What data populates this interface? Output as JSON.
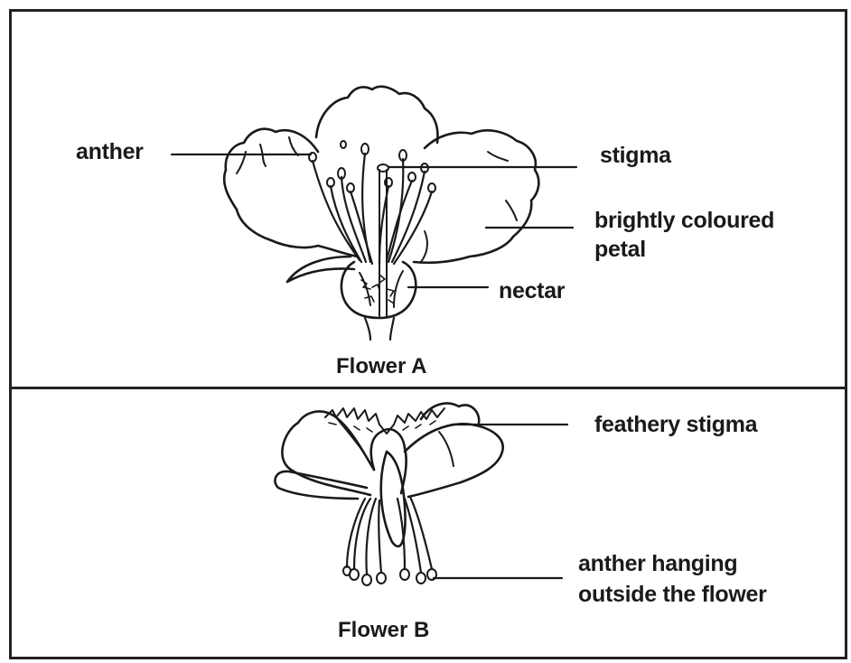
{
  "flower_a": {
    "caption": "Flower A",
    "labels": {
      "anther": "anther",
      "stigma": "stigma",
      "petal_line1": "brightly coloured",
      "petal_line2": "petal",
      "nectar": "nectar"
    }
  },
  "flower_b": {
    "caption": "Flower B",
    "labels": {
      "stigma": "feathery stigma",
      "anther_line1": "anther hanging",
      "anther_line2": "outside the flower"
    }
  }
}
